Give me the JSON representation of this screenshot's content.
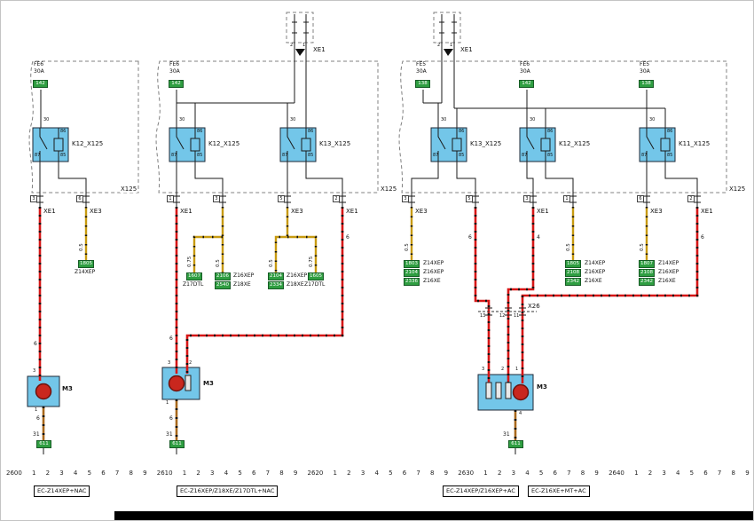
{
  "top_connectors": {
    "mid": {
      "label": "XE1",
      "pin_a": "2",
      "pin_b": "1"
    },
    "right": {
      "label": "XE1",
      "pin_a": "2",
      "pin_b": "1"
    }
  },
  "shared": {
    "pin30": "30",
    "pin86": "86",
    "pin87": "87",
    "pin85": "85",
    "x125": "X125",
    "ground": "31",
    "ground_code": "611",
    "m3": "M3"
  },
  "g1": {
    "fuse": {
      "name": "FE6",
      "amp": "30A",
      "code": "142"
    },
    "relay_label": "K12_X125",
    "stub1": {
      "pin": "3",
      "conn": "XE1"
    },
    "stub2": {
      "pin": "6",
      "conn": "XE3"
    },
    "gauge_main": "6",
    "gauge_coil": "0.5",
    "gauge_ground": "6",
    "code": "1805",
    "engine": "Z14XEP",
    "m3_pin_top": "3",
    "m3_pin_bottom": "1"
  },
  "g2": {
    "fuse": {
      "name": "FE6",
      "amp": "30A",
      "code": "142"
    },
    "relay1_label": "K12_X125",
    "relay2_label": "K13_X125",
    "stub1": {
      "pin": "1",
      "conn": "XE1"
    },
    "stub2": {
      "pin": "3"
    },
    "stub3": {
      "pin": "5",
      "conn": "XE3"
    },
    "stub4": {
      "pin": "2",
      "conn": "XE1"
    },
    "gauge_a": "0.75",
    "gauge_b": "0.5",
    "gauge_c": "0.5",
    "gauge_d": "0.75",
    "code_a": {
      "code": "1607",
      "engine": "Z17DTL"
    },
    "code_b1": {
      "code": "2106",
      "engine": "Z16XEP"
    },
    "code_b2": {
      "code": "2540",
      "engine": "Z18XE"
    },
    "code_c1": {
      "code": "2104",
      "engine": "Z16XEP"
    },
    "code_c2": {
      "code": "2334",
      "engine": "Z18XE"
    },
    "code_d": {
      "code": "1605",
      "engine": "Z17DTL"
    },
    "gauge_main": "6",
    "gauge_main2": "6",
    "gauge_ground": "6",
    "m3_pin_top1": "3",
    "m3_pin_top2": "2",
    "m3_pin_bottom": "1"
  },
  "g3": {
    "fuse1": {
      "name": "FE5",
      "amp": "30A",
      "code": "138"
    },
    "fuse2": {
      "name": "FE6",
      "amp": "30A",
      "code": "142"
    },
    "fuse3": {
      "name": "FE5",
      "amp": "30A",
      "code": "138"
    },
    "relay1_label": "K13_X125",
    "relay2_label": "K12_X125",
    "relay3_label": "K11_X125",
    "stub1": {
      "pin": "3",
      "conn": "XE3"
    },
    "stub2": {
      "pin": "5"
    },
    "stub3": {
      "pin": "3",
      "conn": "XE1"
    },
    "stub4": {
      "pin": "1"
    },
    "stub5": {
      "pin": "6",
      "conn": "XE3"
    },
    "stub6": {
      "pin": "2",
      "conn": "XE1"
    },
    "gauge_s1": "0.5",
    "gauge_s2": "6",
    "gauge_s3": "4",
    "gauge_s4": "0.5",
    "gauge_s5": "0.5",
    "gauge_s6": "6",
    "stack1": [
      {
        "code": "1803",
        "engine": "Z14XEP"
      },
      {
        "code": "2104",
        "engine": "Z16XEP"
      },
      {
        "code": "2336",
        "engine": "Z16XE"
      }
    ],
    "stack2": [
      {
        "code": "1805",
        "engine": "Z14XEP"
      },
      {
        "code": "2108",
        "engine": "Z16XEP"
      },
      {
        "code": "2342",
        "engine": "Z16XE"
      }
    ],
    "stack3": [
      {
        "code": "1807",
        "engine": "Z14XEP"
      },
      {
        "code": "2108",
        "engine": "Z16XEP"
      },
      {
        "code": "2342",
        "engine": "Z16XE"
      }
    ],
    "x26": {
      "label": "X26",
      "pin1": "13",
      "pin2": "12",
      "pin3": "11"
    },
    "m3_pin_top1": "3",
    "m3_pin_top2": "2",
    "m3_pin_top3": "1",
    "m3_pin_bottom": "4"
  },
  "scale": [
    "2600",
    "1",
    "2",
    "3",
    "4",
    "5",
    "6",
    "7",
    "8",
    "9",
    "2610",
    "1",
    "2",
    "3",
    "4",
    "5",
    "6",
    "7",
    "8",
    "9",
    "2620",
    "1",
    "2",
    "3",
    "4",
    "5",
    "6",
    "7",
    "8",
    "9",
    "2630",
    "1",
    "2",
    "3",
    "4",
    "5",
    "6",
    "7",
    "8",
    "9",
    "2640",
    "1",
    "2",
    "3",
    "4",
    "5",
    "6",
    "7",
    "8",
    "9"
  ],
  "footer_labels": [
    "EC-Z14XEP+NAC",
    "EC-Z16XEP/Z18XE/Z17DTL+NAC",
    "EC-Z14XEP/Z16XEP+AC",
    "EC-Z16XE+MT+AC"
  ]
}
